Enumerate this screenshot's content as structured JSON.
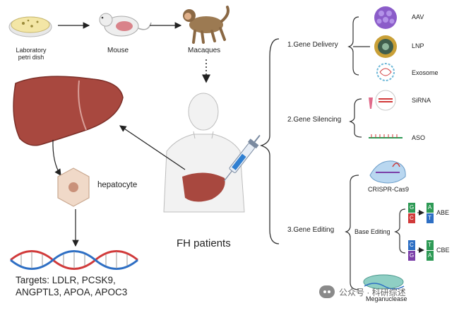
{
  "models": {
    "petri_label": "Laboratory\npetri dish",
    "mouse_label": "Mouse",
    "macaque_label": "Macaques"
  },
  "liver": {
    "hepatocyte_label": "hepatocyte"
  },
  "targets": {
    "text": "Targets: LDLR, PCSK9, ANGPTL3, APOA, APOC3"
  },
  "patient": {
    "label": "FH patients"
  },
  "strategies": {
    "delivery": {
      "label": "1.Gene Delivery",
      "items": [
        "AAV",
        "LNP",
        "Exosome"
      ]
    },
    "silencing": {
      "label": "2.Gene Silencing",
      "items": [
        "SiRNA",
        "ASO"
      ]
    },
    "editing": {
      "label": "3.Gene Editing",
      "crispr": "CRISPR-Cas9",
      "base_editing": "Base Editing",
      "abe": "ABE",
      "cbe": "CBE",
      "meganuclease": "Meganuclease",
      "abe_bases_left": [
        "G",
        "C"
      ],
      "abe_bases_right": [
        "A",
        "T"
      ],
      "cbe_bases_left": [
        "C",
        "G"
      ],
      "cbe_bases_right": [
        "T",
        "A"
      ]
    }
  },
  "watermark": {
    "text": "公众号 · 科研综述"
  },
  "colors": {
    "liver": "#a8483f",
    "hepatocyte": "#f0d9c8",
    "aav": "#8b5cc9",
    "lnp": "#c9a037",
    "exosome": "#6fb8d8",
    "dna_red": "#d13a3a",
    "dna_blue": "#2e6fc4"
  }
}
